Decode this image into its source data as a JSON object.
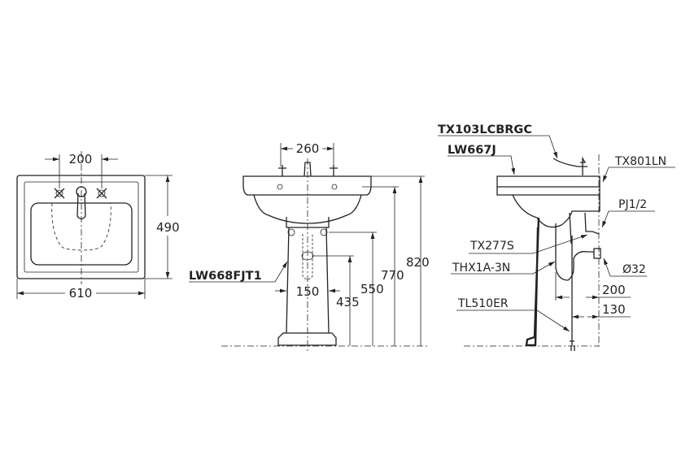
{
  "top_view": {
    "width_dim": "610",
    "depth_dim": "490",
    "tap_spacing_dim": "200"
  },
  "front_view": {
    "tap_spacing_dim": "260",
    "height_820": "820",
    "height_770": "770",
    "height_550": "550",
    "height_435": "435",
    "pedestal_width_dim": "150",
    "pedestal_model": "LW668FJT1"
  },
  "side_view": {
    "faucet_model": "TX103LCBRGC",
    "basin_model": "LW667J",
    "overflow_model": "TX801LN",
    "supply_label": "PJ1/2",
    "stop_valve_model": "TX277S",
    "trap_model": "THX1A-3N",
    "drain_dia": "Ø32",
    "dim_200": "200",
    "dim_130": "130",
    "anchor_model": "TL510ER"
  }
}
